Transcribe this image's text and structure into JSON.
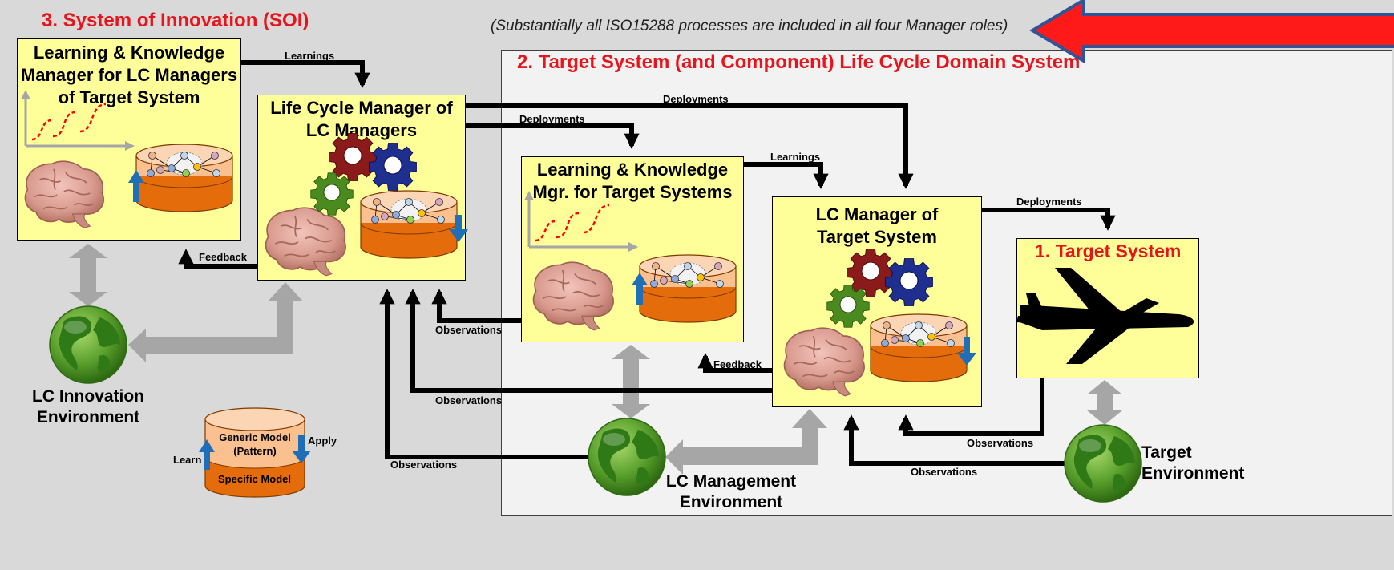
{
  "titles": {
    "soi": "3.  System of Innovation (SOI)",
    "domain": "2.  Target System (and Component)  Life Cycle Domain System",
    "target": "1. Target System"
  },
  "note": "(Substantially all ISO15288 processes are included in all four Manager roles)",
  "boxes": {
    "lk_lc": {
      "line1": "Learning & Knowledge",
      "line2": "Manager for LC Managers",
      "line3": "of Target System"
    },
    "lcm_lcm": {
      "line1": "Life Cycle Manager of",
      "line2": "LC Managers"
    },
    "lk_target": {
      "line1": "Learning & Knowledge",
      "line2": "Mgr. for Target Systems"
    },
    "lcm_target": {
      "line1": "LC Manager of",
      "line2": "Target System"
    }
  },
  "arrows": {
    "learnings_1": "Learnings",
    "learnings_2": "Learnings",
    "deployments_1": "Deployments",
    "deployments_2": "Deployments",
    "deployments_3": "Deployments",
    "feedback_1": "Feedback",
    "feedback_2": "Feedback",
    "observations_1": "Observations",
    "observations_2": "Observations",
    "observations_3": "Observations",
    "observations_4": "Observations",
    "observations_5": "Observations"
  },
  "environments": {
    "innovation": {
      "line1": "LC Innovation",
      "line2": "Environment"
    },
    "management": {
      "line1": "LC Management",
      "line2": "Environment"
    },
    "target": {
      "line1": "Target",
      "line2": "Environment"
    }
  },
  "legend": {
    "generic_line1": "Generic Model",
    "generic_line2": "(Pattern)",
    "specific": "Specific Model",
    "learn": "Learn",
    "apply": "Apply"
  },
  "colors": {
    "title_red": "#e8141b",
    "box_yellow": "#ffff99",
    "cyl_orange": "#e46c0a",
    "cyl_peach": "#fac090",
    "arrow_blue": "#1f6fb8",
    "gear_red": "#8b1a1a",
    "gear_blue": "#1f2f8f",
    "gear_green": "#4a8a1f",
    "globe_green": "#5aa02c",
    "big_arrow_red": "#ff1a1a",
    "big_arrow_border": "#2f5597"
  },
  "icons": [
    "brain-icon",
    "gear-icon",
    "globe-icon",
    "airplane-icon",
    "model-cylinder-icon",
    "learning-curve-icon"
  ]
}
